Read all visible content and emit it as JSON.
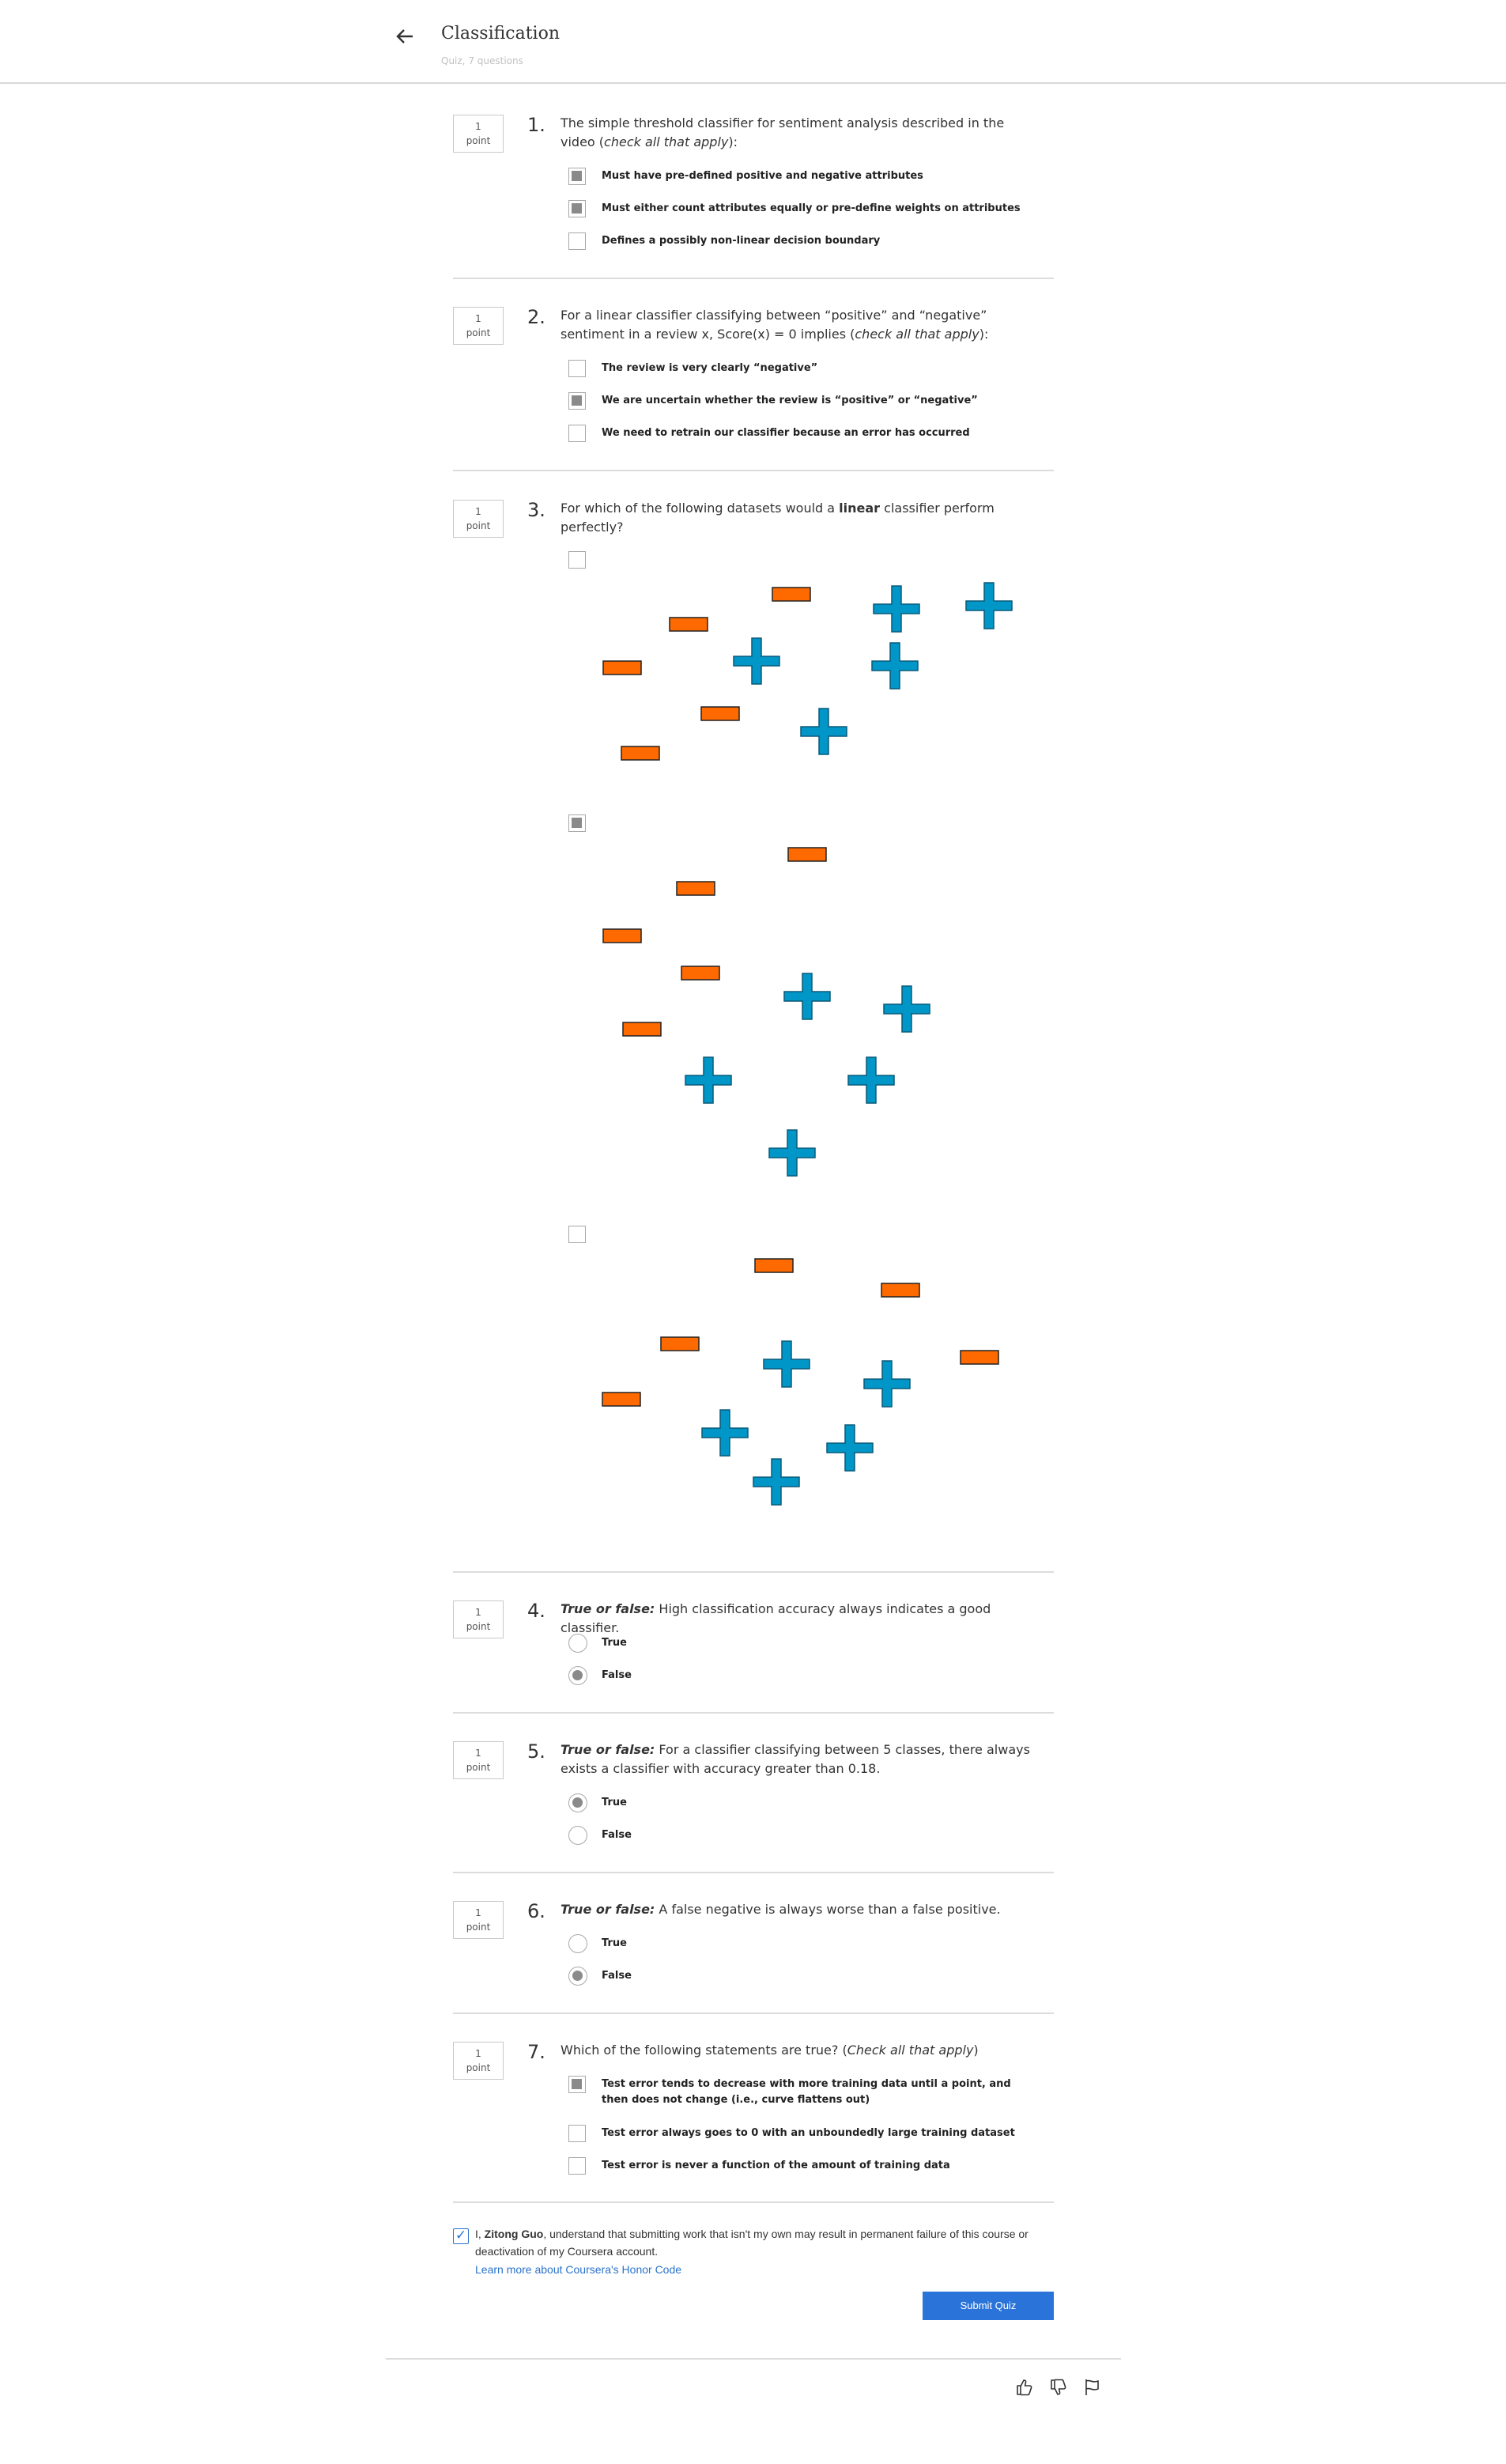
{
  "header": {
    "title": "Classification",
    "subtitle": "Quiz, 7 questions"
  },
  "questions": [
    {
      "num": "1.",
      "points": "1",
      "points_unit": "point",
      "text": "The simple threshold classifier for sentiment analysis described in the video (check all that apply):",
      "options": [
        {
          "label": "Must have pre-defined positive and negative attributes",
          "checked": true
        },
        {
          "label": "Must either count attributes equally or pre-define weights on attributes",
          "checked": true
        },
        {
          "label": "Defines a possibly non-linear decision boundary",
          "checked": false
        }
      ]
    },
    {
      "num": "2.",
      "points": "1",
      "points_unit": "point",
      "text": "For a linear classifier classifying between “positive” and “negative” sentiment in a review x, Score(x) = 0 implies (check all that apply):",
      "options": [
        {
          "label": "The review is very clearly “negative”",
          "checked": false
        },
        {
          "label": "We are uncertain whether the review is “positive” or “negative”",
          "checked": true
        },
        {
          "label": "We need to retrain our classifier because an error has occurred",
          "checked": false
        }
      ]
    },
    {
      "num": "3.",
      "points": "1",
      "points_unit": "point",
      "text": "For which of the following datasets would a linear classifier perform perfectly?",
      "options": [
        {
          "checked": false
        },
        {
          "checked": true
        },
        {
          "checked": false
        }
      ]
    },
    {
      "num": "4.",
      "points": "1",
      "points_unit": "point",
      "lead": "True or false:",
      "text": " High classification accuracy always indicates a good classifier.",
      "options": [
        {
          "label": "True",
          "checked": false
        },
        {
          "label": "False",
          "checked": true
        }
      ]
    },
    {
      "num": "5.",
      "points": "1",
      "points_unit": "point",
      "lead": "True or false:",
      "text": " For a classifier classifying between 5 classes, there always exists a classifier with accuracy greater than 0.18.",
      "options": [
        {
          "label": "True",
          "checked": true
        },
        {
          "label": "False",
          "checked": false
        }
      ]
    },
    {
      "num": "6.",
      "points": "1",
      "points_unit": "point",
      "lead": "True or false:",
      "text": " A false negative is always worse than a false positive.",
      "options": [
        {
          "label": "True",
          "checked": false
        },
        {
          "label": "False",
          "checked": true
        }
      ]
    },
    {
      "num": "7.",
      "points": "1",
      "points_unit": "point",
      "text": "Which of the following statements are true? (Check all that apply)",
      "options": [
        {
          "label": "Test error tends to decrease with more training data until a point, and then does not change (i.e., curve flattens out)",
          "checked": true
        },
        {
          "label": "Test error always goes to 0 with an unboundedly large training dataset",
          "checked": false
        },
        {
          "label": "Test error is never a function of the amount of training data",
          "checked": false
        }
      ]
    }
  ],
  "honor": {
    "prefix": "I, ",
    "name": "Zitong Guo",
    "suffix": ", understand that submitting work that isn't my own may result in permanent failure of this course or deactivation of my Coursera account.",
    "link": "Learn more about Coursera's Honor Code",
    "checked": true
  },
  "submit_label": "Submit Quiz",
  "colors": {
    "minus": "#ff6a00",
    "plus": "#0096c7",
    "accent": "#2a73d9"
  },
  "footer_icons": [
    "thumbs-up-icon",
    "thumbs-down-icon",
    "flag-icon"
  ]
}
